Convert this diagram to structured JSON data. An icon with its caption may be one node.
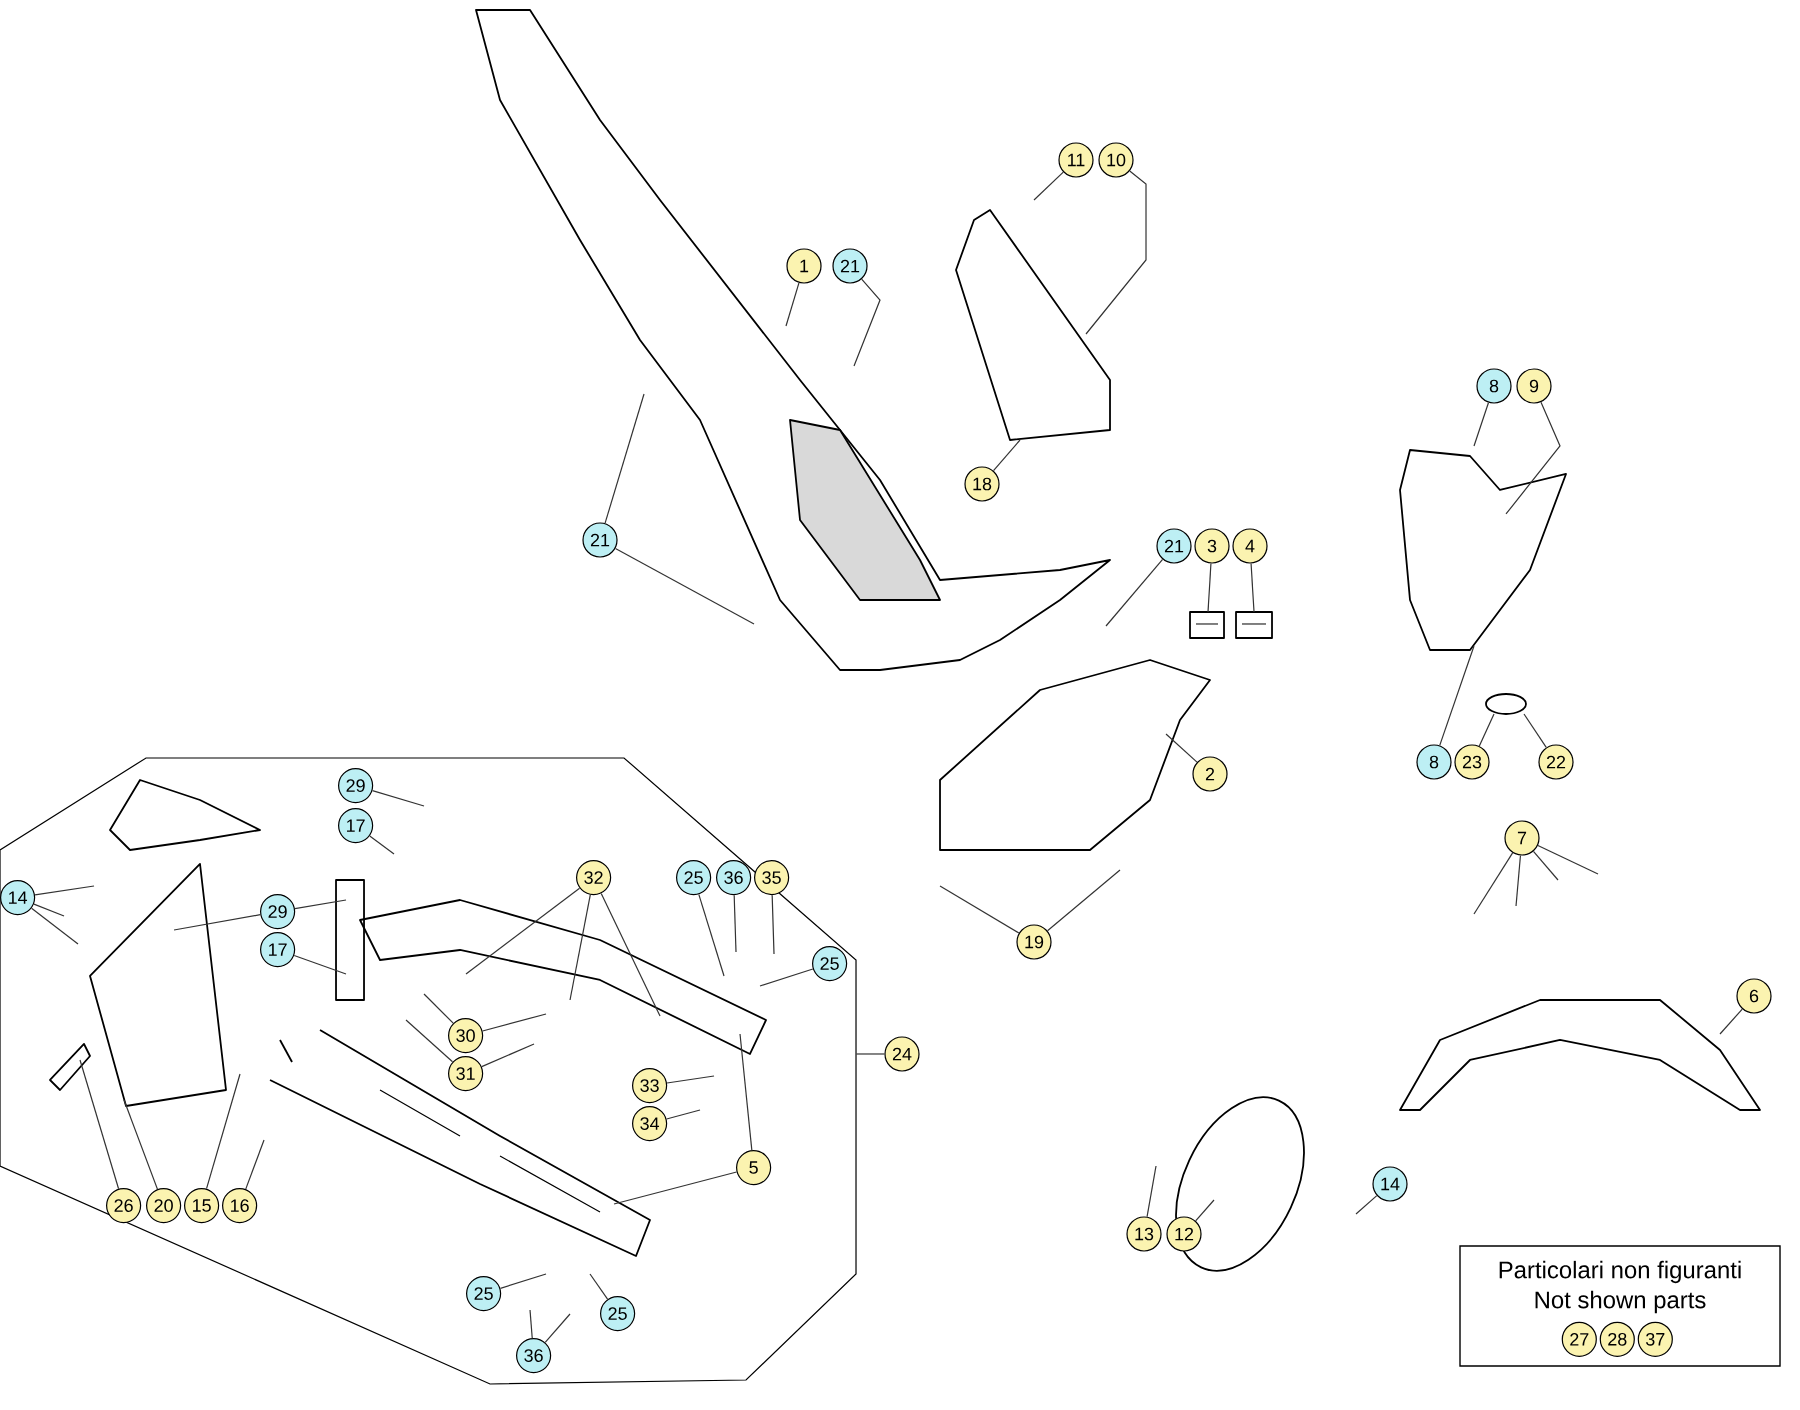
{
  "diagram": {
    "nodes": [
      {
        "text": [
          "11"
        ]
      },
      {
        "text": [
          "10"
        ]
      },
      {
        "text": [
          "1"
        ]
      },
      {
        "text": [
          "21"
        ]
      },
      {
        "text": [
          "18"
        ]
      },
      {
        "text": [
          "21"
        ]
      },
      {
        "text": [
          "21"
        ]
      },
      {
        "text": [
          "3"
        ]
      },
      {
        "text": [
          "4"
        ]
      },
      {
        "text": [
          "8"
        ]
      },
      {
        "text": [
          "9"
        ]
      },
      {
        "text": [
          "2"
        ]
      },
      {
        "text": [
          "8"
        ]
      },
      {
        "text": [
          "23"
        ]
      },
      {
        "text": [
          "22"
        ]
      },
      {
        "text": [
          "19"
        ]
      },
      {
        "text": [
          "7"
        ]
      },
      {
        "text": [
          "6"
        ]
      },
      {
        "text": [],
        "shape": "octagon"
      },
      {
        "text": [
          "29"
        ],
        "in": 18
      },
      {
        "text": [
          "17"
        ],
        "in": 18
      },
      {
        "text": [
          "14"
        ],
        "in": 18
      },
      {
        "text": [
          "29"
        ],
        "in": 18
      },
      {
        "text": [
          "17"
        ],
        "in": 18
      },
      {
        "text": [
          "32"
        ],
        "in": 18
      },
      {
        "text": [
          "25"
        ],
        "in": 18
      },
      {
        "text": [
          "36"
        ],
        "in": 18
      },
      {
        "text": [
          "35"
        ],
        "in": 18
      },
      {
        "text": [
          "25"
        ],
        "in": 18
      },
      {
        "text": [
          "30"
        ],
        "in": 18
      },
      {
        "text": [
          "31"
        ],
        "in": 18
      },
      {
        "text": [
          "33"
        ],
        "in": 18
      },
      {
        "text": [
          "34"
        ],
        "in": 18
      },
      {
        "text": [
          "5"
        ],
        "in": 18
      },
      {
        "text": [
          "26"
        ],
        "in": 18
      },
      {
        "text": [
          "20"
        ],
        "in": 18
      },
      {
        "text": [
          "15"
        ],
        "in": 18
      },
      {
        "text": [
          "16"
        ],
        "in": 18
      },
      {
        "text": [
          "25"
        ],
        "in": 18
      },
      {
        "text": [
          "25"
        ],
        "in": 18
      },
      {
        "text": [
          "36"
        ],
        "in": 18
      },
      {
        "text": [
          "24"
        ]
      },
      {
        "text": [
          "13"
        ]
      },
      {
        "text": [
          "12"
        ]
      },
      {
        "text": [
          "14"
        ]
      },
      {
        "text": [
          "Particolari non figuranti",
          "Not shown parts"
        ]
      },
      {
        "text": [
          "27"
        ],
        "in": 45
      },
      {
        "text": [
          "28"
        ],
        "in": 45
      },
      {
        "text": [
          "37"
        ],
        "in": 45
      }
    ],
    "edges": [
      {
        "from": 0,
        "to": null,
        "arrow": "none"
      },
      {
        "from": 1,
        "to": null,
        "arrow": "none"
      },
      {
        "from": 2,
        "to": null,
        "arrow": "none"
      },
      {
        "from": 3,
        "to": null,
        "arrow": "none"
      },
      {
        "from": 4,
        "to": null,
        "arrow": "none"
      },
      {
        "from": 5,
        "to": null,
        "arrow": "none"
      },
      {
        "from": 5,
        "to": null,
        "arrow": "none"
      },
      {
        "from": 6,
        "to": null,
        "arrow": "none"
      },
      {
        "from": 7,
        "to": null,
        "arrow": "none"
      },
      {
        "from": 8,
        "to": null,
        "arrow": "none"
      },
      {
        "from": 9,
        "to": null,
        "arrow": "none"
      },
      {
        "from": 10,
        "to": null,
        "arrow": "none"
      },
      {
        "from": 11,
        "to": null,
        "arrow": "none"
      },
      {
        "from": 12,
        "to": null,
        "arrow": "none"
      },
      {
        "from": 13,
        "to": null,
        "arrow": "none"
      },
      {
        "from": 14,
        "to": null,
        "arrow": "none"
      },
      {
        "from": 15,
        "to": null,
        "arrow": "none"
      },
      {
        "from": 15,
        "to": null,
        "arrow": "none"
      },
      {
        "from": 16,
        "to": null,
        "arrow": "none"
      },
      {
        "from": 16,
        "to": null,
        "arrow": "none"
      },
      {
        "from": 16,
        "to": null,
        "arrow": "none"
      },
      {
        "from": 16,
        "to": null,
        "arrow": "none"
      },
      {
        "from": 17,
        "to": null,
        "arrow": "none"
      },
      {
        "from": 19,
        "to": null,
        "arrow": "none"
      },
      {
        "from": 20,
        "to": null,
        "arrow": "none"
      },
      {
        "from": 21,
        "to": null,
        "arrow": "none"
      },
      {
        "from": 21,
        "to": null,
        "arrow": "none"
      },
      {
        "from": 21,
        "to": null,
        "arrow": "none"
      },
      {
        "from": 22,
        "to": null,
        "arrow": "none"
      },
      {
        "from": 22,
        "to": null,
        "arrow": "none"
      },
      {
        "from": 23,
        "to": null,
        "arrow": "none"
      },
      {
        "from": 24,
        "to": null,
        "arrow": "none"
      },
      {
        "from": 24,
        "to": null,
        "arrow": "none"
      },
      {
        "from": 24,
        "to": null,
        "arrow": "none"
      },
      {
        "from": 25,
        "to": null,
        "arrow": "none"
      },
      {
        "from": 26,
        "to": null,
        "arrow": "none"
      },
      {
        "from": 27,
        "to": null,
        "arrow": "none"
      },
      {
        "from": 28,
        "to": null,
        "arrow": "none"
      },
      {
        "from": 29,
        "to": null,
        "arrow": "none"
      },
      {
        "from": 29,
        "to": null,
        "arrow": "none"
      },
      {
        "from": 30,
        "to": null,
        "arrow": "none"
      },
      {
        "from": 30,
        "to": null,
        "arrow": "none"
      },
      {
        "from": 31,
        "to": null,
        "arrow": "none"
      },
      {
        "from": 32,
        "to": null,
        "arrow": "none"
      },
      {
        "from": 33,
        "to": null,
        "arrow": "none"
      },
      {
        "from": 33,
        "to": null,
        "arrow": "none"
      },
      {
        "from": 34,
        "to": null,
        "arrow": "none"
      },
      {
        "from": 35,
        "to": null,
        "arrow": "none"
      },
      {
        "from": 36,
        "to": null,
        "arrow": "none"
      },
      {
        "from": 37,
        "to": null,
        "arrow": "none"
      },
      {
        "from": 38,
        "to": null,
        "arrow": "none"
      },
      {
        "from": 39,
        "to": null,
        "arrow": "none"
      },
      {
        "from": 40,
        "to": null,
        "arrow": "none"
      },
      {
        "from": 40,
        "to": null,
        "arrow": "none"
      },
      {
        "from": 41,
        "to": 18,
        "arrow": "none"
      },
      {
        "from": 42,
        "to": null,
        "arrow": "none"
      },
      {
        "from": 43,
        "to": null,
        "arrow": "none"
      },
      {
        "from": 44,
        "to": null,
        "arrow": "none"
      }
    ]
  }
}
